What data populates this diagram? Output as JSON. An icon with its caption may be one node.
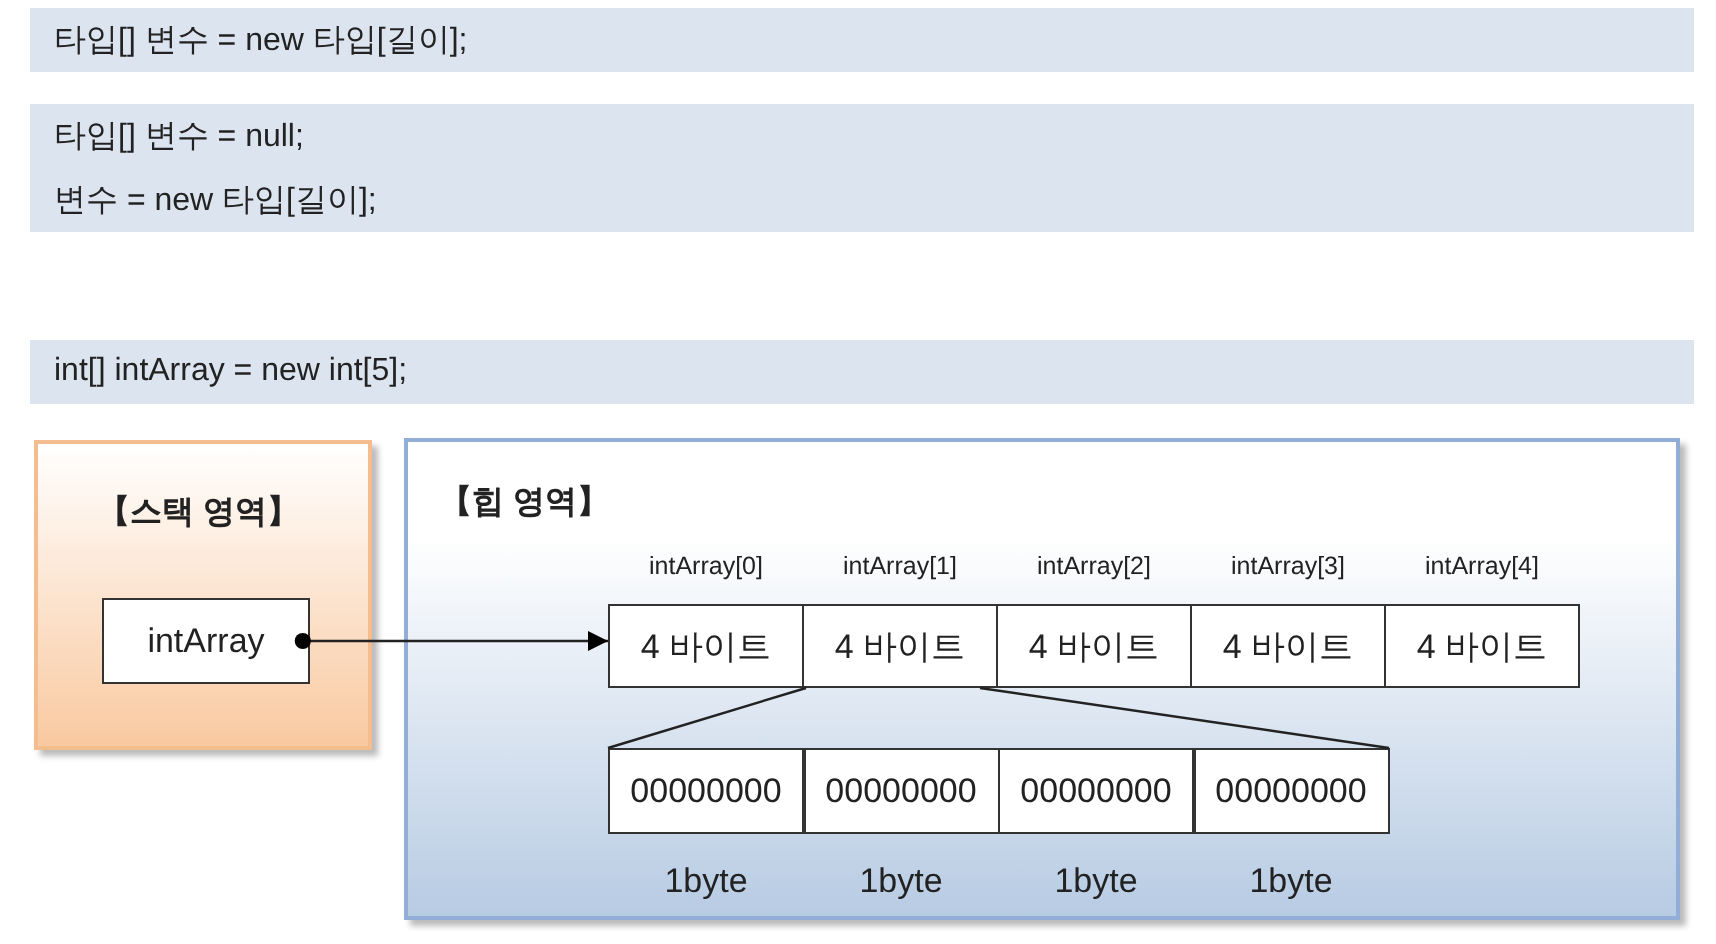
{
  "diagram": {
    "nodes": [
      {
        "text": [
          "타입[] 변수 = new 타입[길이];"
        ]
      },
      {
        "text": [
          "타입[] 변수 = null;",
          "변수 = new 타입[길이];"
        ]
      },
      {
        "text": [
          "int[] intArray = new int[5];"
        ]
      },
      {
        "text": [
          "【스택 영역】"
        ]
      },
      {
        "text": [
          "intArray"
        ],
        "in": 3
      },
      {
        "text": [
          "【힙 영역】"
        ]
      },
      {
        "text": [
          "4 바이트"
        ],
        "in": 5,
        "beside": [
          "intArray[0]"
        ]
      },
      {
        "text": [
          "4 바이트"
        ],
        "in": 5,
        "beside": [
          "intArray[1]"
        ]
      },
      {
        "text": [
          "4 바이트"
        ],
        "in": 5,
        "beside": [
          "intArray[2]"
        ]
      },
      {
        "text": [
          "4 바이트"
        ],
        "in": 5,
        "beside": [
          "intArray[3]"
        ]
      },
      {
        "text": [
          "4 바이트"
        ],
        "in": 5,
        "beside": [
          "intArray[4]"
        ]
      },
      {
        "text": [
          "00000000"
        ],
        "in": 5,
        "beside": [
          "1byte"
        ]
      },
      {
        "text": [
          "00000000"
        ],
        "in": 5,
        "beside": [
          "1byte"
        ]
      },
      {
        "text": [
          "00000000"
        ],
        "in": 5,
        "beside": [
          "1byte"
        ]
      },
      {
        "text": [
          "00000000"
        ],
        "in": 5,
        "beside": [
          "1byte"
        ]
      }
    ],
    "edges": [
      {
        "from": 4,
        "to": 6,
        "arrow": "to"
      },
      {
        "from": 7,
        "to": 11,
        "arrow": "none"
      },
      {
        "from": 7,
        "to": 14,
        "arrow": "none"
      }
    ]
  }
}
